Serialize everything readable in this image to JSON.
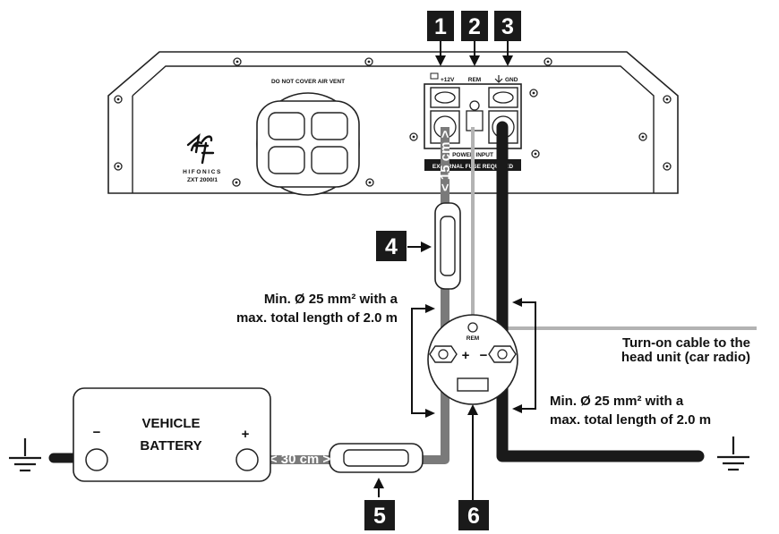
{
  "amplifier": {
    "air_vent_label": "DO NOT COVER AIR VENT",
    "brand": "HIFONICS",
    "model": "ZXT 2000/1",
    "terminal_12v": "+12V",
    "terminal_rem": "REM",
    "terminal_gnd": "GND",
    "power_input": "POWER INPUT",
    "fuse_note": "EXTERNAL FUSE REQUIRED"
  },
  "callouts": {
    "n1": "1",
    "n2": "2",
    "n3": "3",
    "n4": "4",
    "n5": "5",
    "n6": "6"
  },
  "cable_notes": {
    "fuse_distance_amp": "< 15 cm >",
    "fuse_distance_battery": "< 30 cm >",
    "positive_line1": "Min. Ø 25 mm² with a",
    "positive_line2": "max. total length of 2.0 m",
    "ground_line1": "Min. Ø 25 mm² with a",
    "ground_line2": "max. total length of 2.0 m",
    "turnon_line1": "Turn-on cable to the",
    "turnon_line2": "head unit (car radio)"
  },
  "battery": {
    "minus": "−",
    "plus": "+",
    "line1": "VEHICLE",
    "line2": "BATTERY"
  },
  "distribution_block": {
    "rem": "REM",
    "plus": "+",
    "minus": "−"
  },
  "colors": {
    "positive_cable": "#7a7a7a",
    "remote_cable": "#b3b3b3",
    "ground_cable": "#1a1a1a",
    "badge": "#1a1a1a"
  }
}
